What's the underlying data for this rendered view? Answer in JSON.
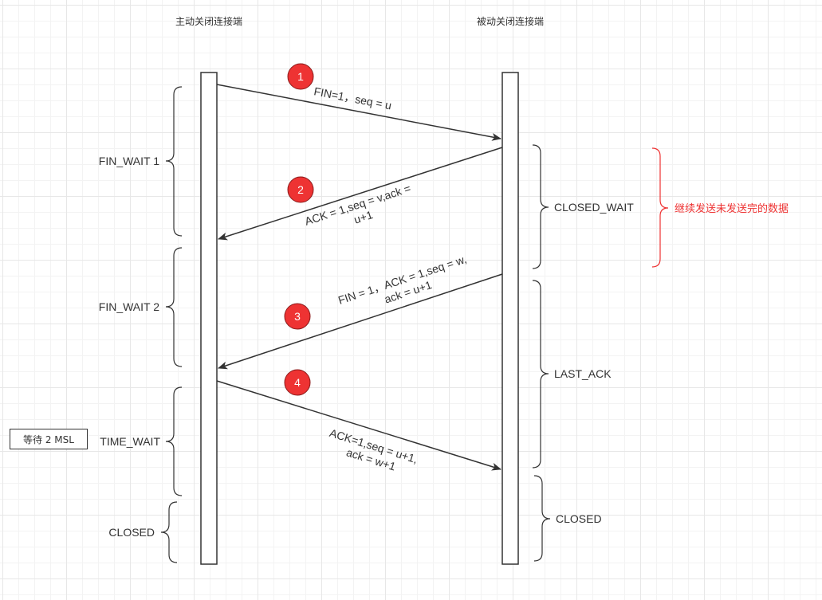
{
  "lanes": {
    "active": "主动关闭连接端",
    "passive": "被动关闭连接端"
  },
  "states": {
    "fin_wait_1": "FIN_WAIT 1",
    "fin_wait_2": "FIN_WAIT 2",
    "time_wait": "TIME_WAIT",
    "closed_active": "CLOSED",
    "closed_wait": "CLOSED_WAIT",
    "last_ack": "LAST_ACK",
    "closed_passive": "CLOSED"
  },
  "messages": [
    {
      "step": "1",
      "lines": [
        "FIN=1，seq = u"
      ]
    },
    {
      "step": "2",
      "lines": [
        "ACK = 1,seq = v,ack =",
        "u+1"
      ]
    },
    {
      "step": "3",
      "lines": [
        "FIN = 1，ACK = 1,seq = w,",
        "ack = u+1"
      ]
    },
    {
      "step": "4",
      "lines": [
        "ACK=1,seq = u+1,",
        "ack = w+1"
      ]
    }
  ],
  "notes": {
    "wait_msl": "等待 2 MSL",
    "continue_send": "继续发送未发送完的数据"
  },
  "colors": {
    "badge": "#ee3333",
    "note_red": "#ee3333",
    "line": "#333333"
  }
}
